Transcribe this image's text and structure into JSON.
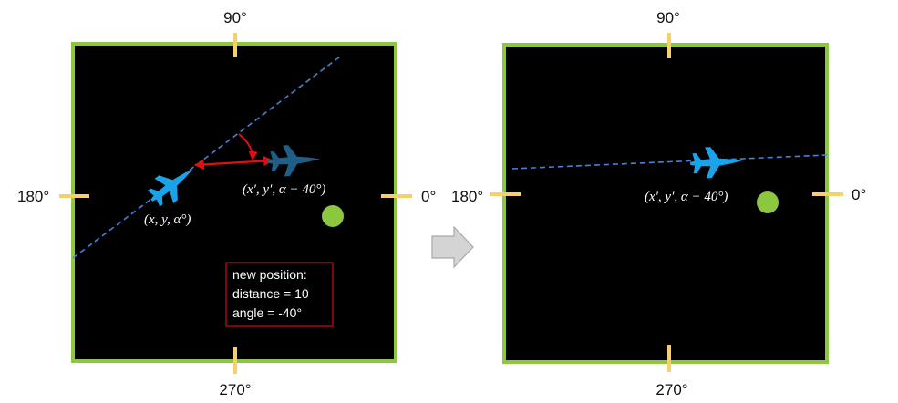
{
  "colors": {
    "arena_fill": "#000000",
    "arena_border": "#8dc63f",
    "tick": "#f5d06b",
    "trajectory": "#4a7fd8",
    "plane_current": "#1aa3e8",
    "plane_next": "#1f5e86",
    "move_arrow": "#e01010",
    "target": "#8dc63f",
    "info_border": "#cc1111",
    "flow_arrow": "#bdbdbd"
  },
  "left_panel": {
    "deg_top": "90°",
    "deg_left": "180°",
    "deg_right": "0°",
    "deg_bottom": "270°",
    "current_label": "(x, y, α°)",
    "next_label": "(x′, y′, α − 40°)",
    "info_line1": "new position:",
    "info_line2": "distance = 10",
    "info_line3": "angle = -40°"
  },
  "right_panel": {
    "deg_top": "90°",
    "deg_left": "180°",
    "deg_right": "0°",
    "deg_bottom": "270°",
    "plane_label": "(x′, y′, α − 40°)"
  },
  "icons": {
    "plane": "fighter-jet-icon",
    "flow": "right-arrow-icon"
  }
}
